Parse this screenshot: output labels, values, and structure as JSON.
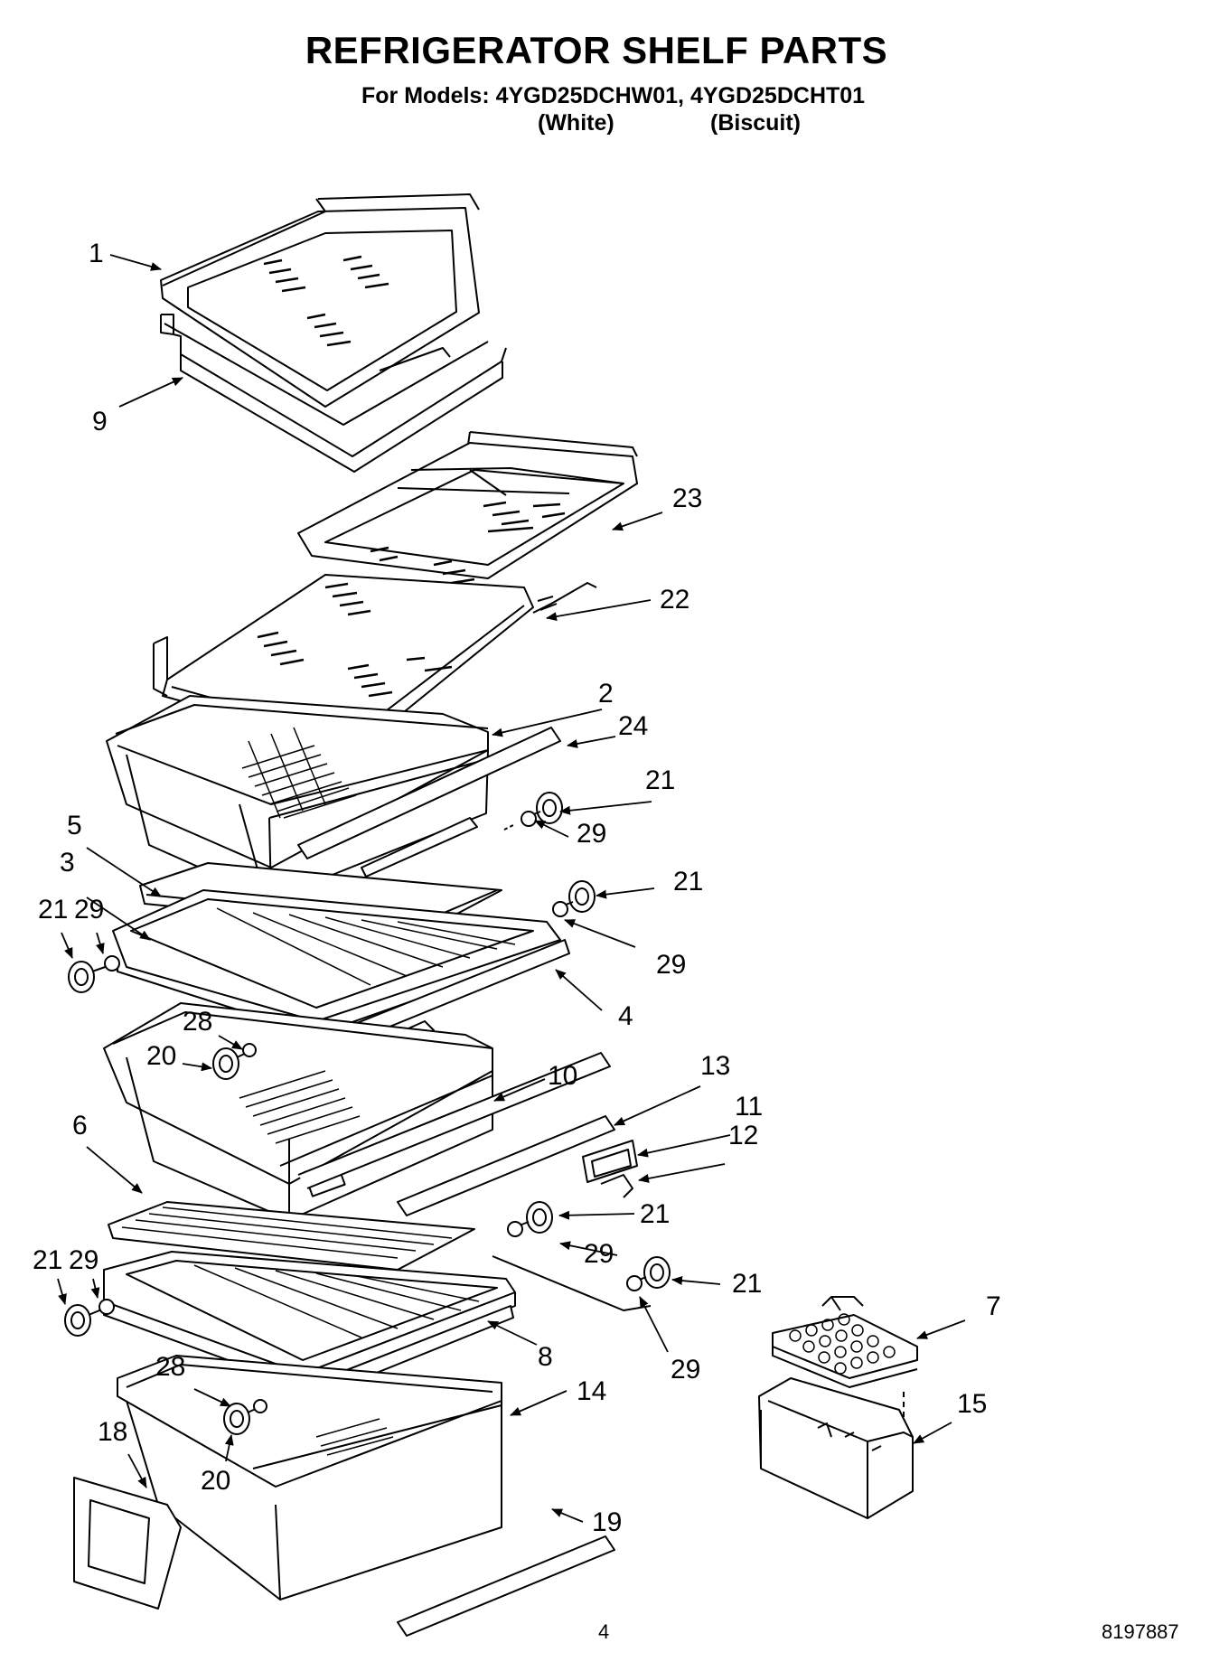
{
  "header": {
    "title": "REFRIGERATOR SHELF PARTS",
    "models_line": "For Models: 4YGD25DCHW01, 4YGD25DCHT01",
    "finish_1": "(White)",
    "finish_2": "(Biscuit)"
  },
  "callouts": {
    "c1": "1",
    "c9": "9",
    "c23": "23",
    "c22": "22",
    "c2": "2",
    "c24": "24",
    "c21a": "21",
    "c29a": "29",
    "c5": "5",
    "c3": "3",
    "c21b": "21",
    "c29b": "29",
    "c21c": "21",
    "c29c": "29",
    "c4": "4",
    "c28a": "28",
    "c20a": "20",
    "c10": "10",
    "c13": "13",
    "c11": "11",
    "c12": "12",
    "c6": "6",
    "c21d": "21",
    "c29d": "29",
    "c21e": "21",
    "c29e": "29",
    "c21f": "21",
    "c29f": "29",
    "c7": "7",
    "c8": "8",
    "c28b": "28",
    "c14": "14",
    "c15": "15",
    "c18": "18",
    "c20b": "20",
    "c19": "19"
  },
  "footer": {
    "page_number": "4",
    "doc_number": "8197887"
  }
}
